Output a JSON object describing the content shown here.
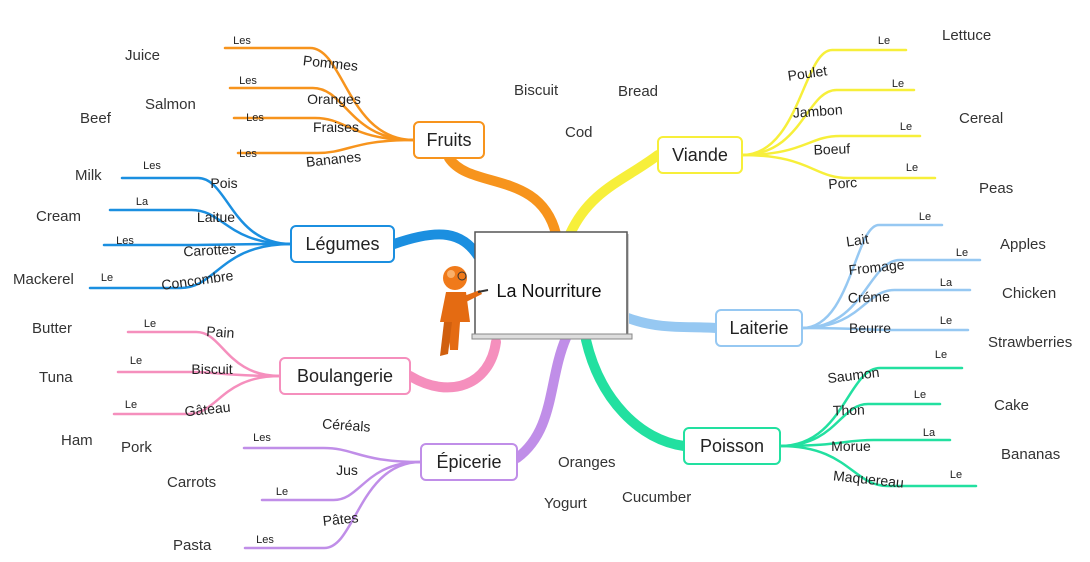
{
  "center": {
    "label": "La Nourriture"
  },
  "categories": [
    {
      "id": "fruits",
      "label": "Fruits",
      "color": "#f7941d",
      "items": [
        {
          "word": "Pommes",
          "article": "Les"
        },
        {
          "word": "Oranges",
          "article": "Les"
        },
        {
          "word": "Fraises",
          "article": "Les"
        },
        {
          "word": "Bananes",
          "article": "Les"
        }
      ]
    },
    {
      "id": "legumes",
      "label": "Légumes",
      "color": "#1b8fe0",
      "items": [
        {
          "word": "Pois",
          "article": "Les"
        },
        {
          "word": "Laitue",
          "article": "La"
        },
        {
          "word": "Carottes",
          "article": "Les"
        },
        {
          "word": "Concombre",
          "article": "Le"
        }
      ]
    },
    {
      "id": "boulangerie",
      "label": "Boulangerie",
      "color": "#f58fbd",
      "items": [
        {
          "word": "Pain",
          "article": "Le"
        },
        {
          "word": "Biscuit",
          "article": "Le"
        },
        {
          "word": "Gâteau",
          "article": "Le"
        }
      ]
    },
    {
      "id": "epicerie",
      "label": "Épicerie",
      "color": "#c08ee8",
      "items": [
        {
          "word": "Céréals",
          "article": "Les"
        },
        {
          "word": "Jus",
          "article": "Le"
        },
        {
          "word": "Pâtes",
          "article": "Les"
        }
      ]
    },
    {
      "id": "viande",
      "label": "Viande",
      "color": "#f7ef3a",
      "items": [
        {
          "word": "Poulet",
          "article": "Le"
        },
        {
          "word": "Jambon",
          "article": "Le"
        },
        {
          "word": "Boeuf",
          "article": "Le"
        },
        {
          "word": "Porc",
          "article": "Le"
        }
      ]
    },
    {
      "id": "laiterie",
      "label": "Laiterie",
      "color": "#96c8f2",
      "items": [
        {
          "word": "Lait",
          "article": "Le"
        },
        {
          "word": "Fromage",
          "article": "Le"
        },
        {
          "word": "Créme",
          "article": "La"
        },
        {
          "word": "Beurre",
          "article": "Le"
        }
      ]
    },
    {
      "id": "poisson",
      "label": "Poisson",
      "color": "#22e0a0",
      "items": [
        {
          "word": "Saumon",
          "article": "Le"
        },
        {
          "word": "Thon",
          "article": "Le"
        },
        {
          "word": "Morue",
          "article": "La"
        },
        {
          "word": "Maquereau",
          "article": "Le"
        }
      ]
    }
  ],
  "english_words": [
    "Juice",
    "Salmon",
    "Beef",
    "Milk",
    "Cream",
    "Mackerel",
    "Butter",
    "Tuna",
    "Ham",
    "Pork",
    "Carrots",
    "Pasta",
    "Biscuit",
    "Bread",
    "Cod",
    "Lettuce",
    "Cereal",
    "Peas",
    "Apples",
    "Chicken",
    "Strawberries",
    "Cake",
    "Bananas",
    "Oranges",
    "Cucumber",
    "Yogurt"
  ]
}
